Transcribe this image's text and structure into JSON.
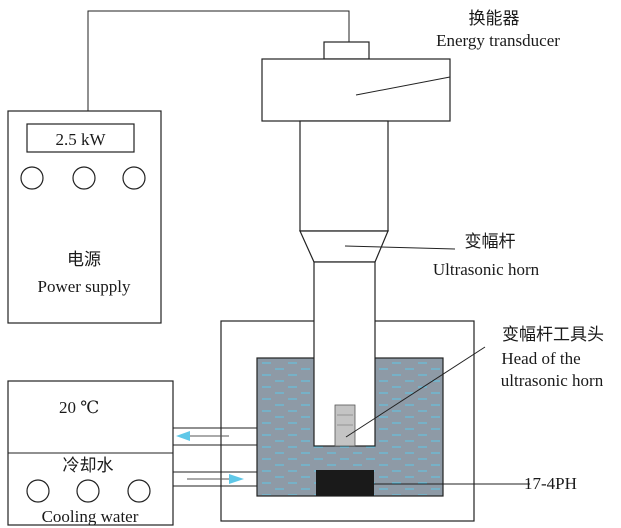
{
  "power_supply": {
    "display": "2.5 kW",
    "label_cn": "电源",
    "label_en": "Power supply"
  },
  "transducer": {
    "label_cn": "换能器",
    "label_en": "Energy transducer"
  },
  "horn": {
    "label_cn": "变幅杆",
    "label_en": "Ultrasonic horn"
  },
  "horn_head": {
    "label_cn": "变幅杆工具头",
    "label_en_line1": "Head of the",
    "label_en_line2": "ultrasonic horn"
  },
  "specimen": {
    "label": "17-4PH"
  },
  "cooling": {
    "temperature": "20 ℃",
    "label_cn": "冷却水",
    "label_en": "Cooling water"
  },
  "colors": {
    "water": "#8e9aa6",
    "water_dash": "#5fc8e8",
    "specimen": "#1a1a1a",
    "tool_tip": "#c4c4c4",
    "flow_arrow": "#5fc8e8"
  }
}
